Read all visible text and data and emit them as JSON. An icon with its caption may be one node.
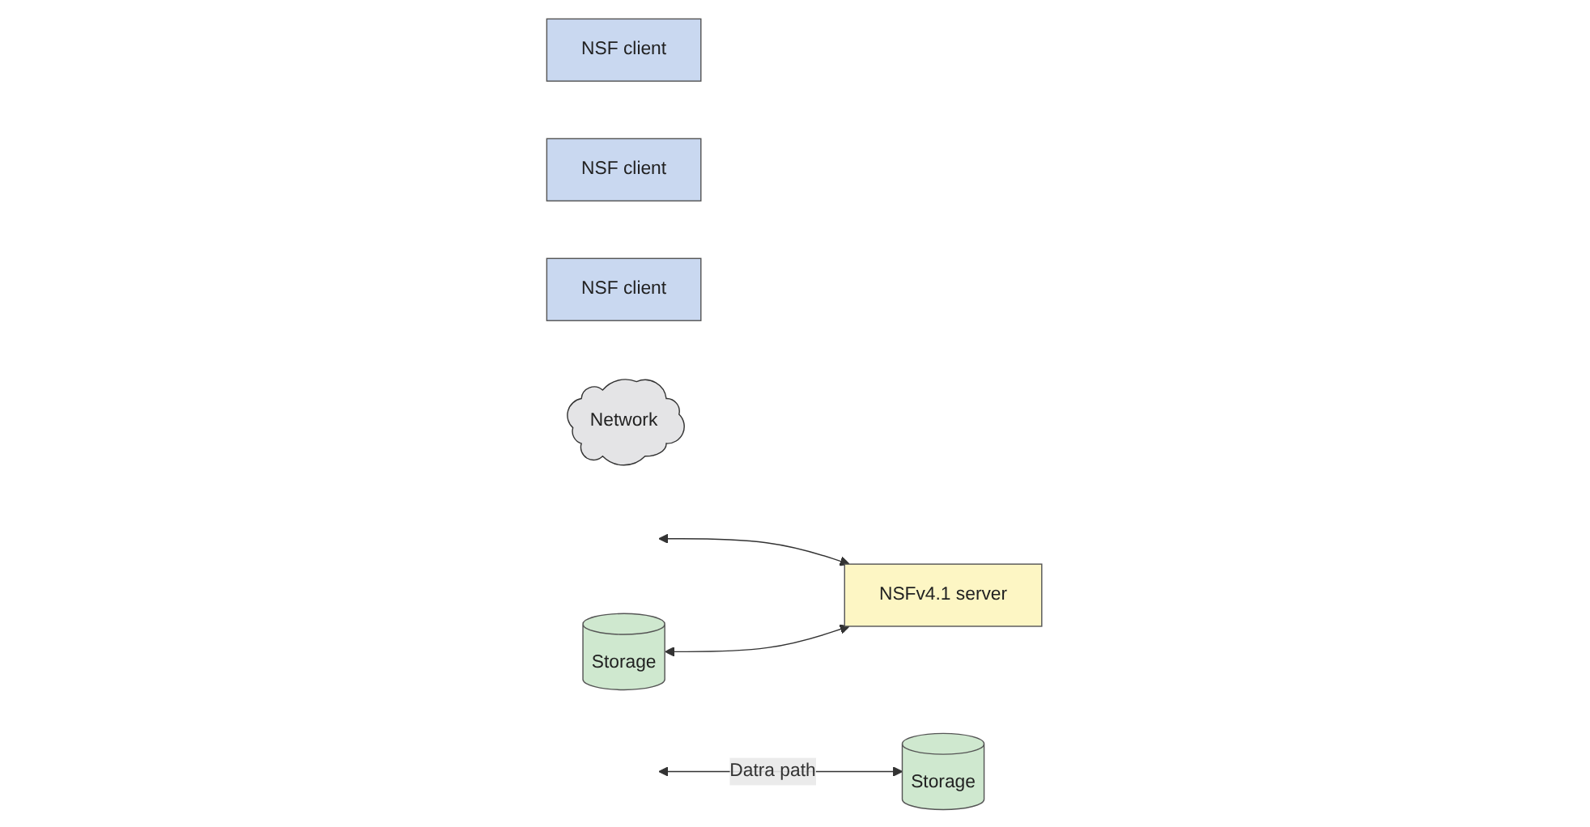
{
  "diagram": {
    "nodes": [
      {
        "text": [
          "NSF client"
        ]
      },
      {
        "text": [
          "NSF client"
        ]
      },
      {
        "text": [
          "NSF client"
        ]
      },
      {
        "text": [
          "Network"
        ]
      },
      {
        "text": [
          "Storage"
        ]
      },
      {
        "text": [
          "Storage"
        ]
      },
      {
        "text": [
          "NSFv4.1 server"
        ]
      }
    ],
    "edges": [
      {
        "from": null,
        "to": 4,
        "arrow": "both",
        "label": "Datra path"
      },
      {
        "from": null,
        "to": 6,
        "arrow": "both"
      },
      {
        "from": 5,
        "to": 6,
        "arrow": "both"
      }
    ]
  }
}
